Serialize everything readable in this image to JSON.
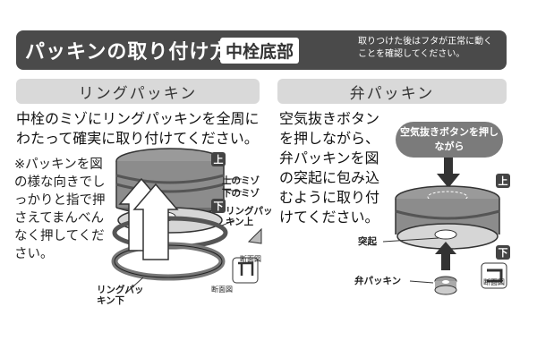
{
  "header": {
    "title": "パッキンの取り付け方",
    "tag": "中栓底部",
    "note": "取りつけた後はフタが正常に動くことを確認してください。"
  },
  "left_section": {
    "heading": "リングパッキン",
    "instruction": "中栓のミゾにリングパッキンを全周にわたって確実に取り付けてください。",
    "note": "※パッキンを図の様な向きでしっかりと指で押さえてまんべんなく押してください。",
    "labels": {
      "top_badge": "上",
      "bottom_badge": "下",
      "upper_groove": "上のミゾ",
      "lower_groove": "下のミゾ",
      "ring_packing_top": "リングパッキン上",
      "ring_packing_bottom": "リングパッキン下",
      "cross_section": "断面図",
      "cross_section_2": "断面図"
    }
  },
  "right_section": {
    "heading": "弁パッキン",
    "instruction": "空気抜きボタンを押しながら、弁パッキンを図の突起に包み込むように取り付けてください。",
    "bubble": "空気抜きボタンを押しながら",
    "labels": {
      "top_badge": "上",
      "bottom_badge": "下",
      "protrusion": "突起",
      "valve_packing": "弁パッキン",
      "cross_section": "断面図"
    }
  }
}
